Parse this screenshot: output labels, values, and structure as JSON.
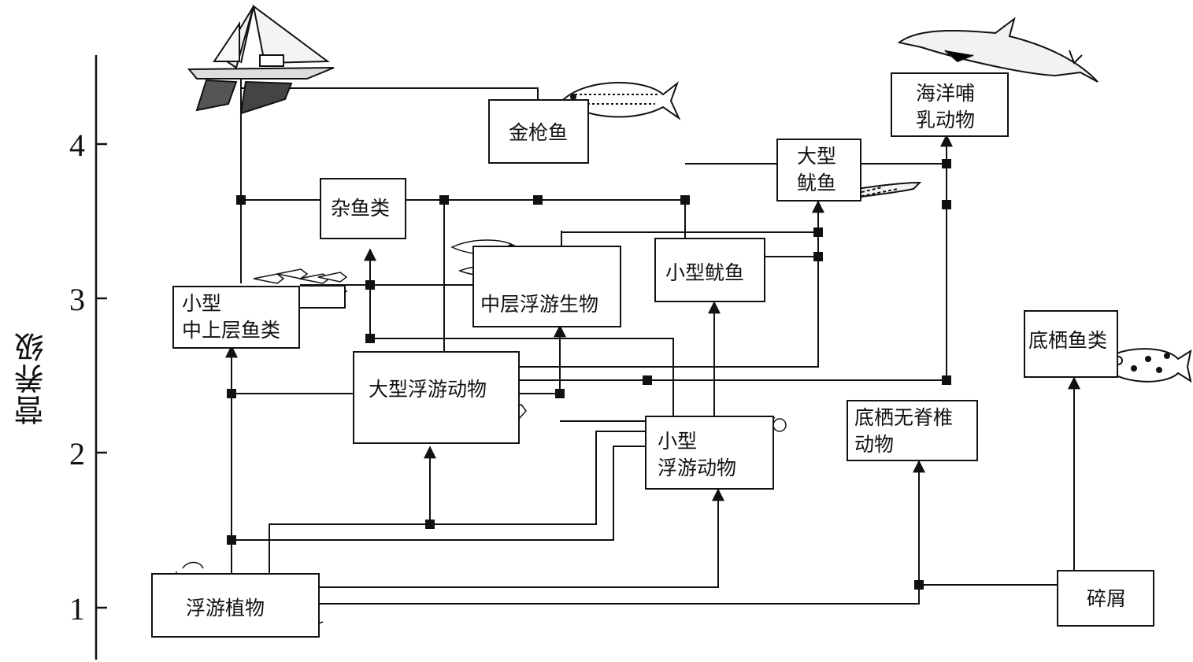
{
  "axis": {
    "title": "营养级",
    "ticks": [
      "1",
      "2",
      "3",
      "4"
    ]
  },
  "nodes": {
    "tuna": "金枪鱼",
    "marine_mammals": [
      "海洋哺",
      "乳动物"
    ],
    "misc_fish": "杂鱼类",
    "large_squid": [
      "大型",
      "鱿鱼"
    ],
    "mesopelagic": "中层浮游生物",
    "small_squid": "小型鱿鱼",
    "small_pelagic_fish": [
      "小型",
      "中上层鱼类"
    ],
    "demersal_fish": "底栖鱼类",
    "large_zooplankton": "大型浮游动物",
    "small_zooplankton": [
      "小型",
      "浮游动物"
    ],
    "benthic_invertebrates": [
      "底栖无脊椎",
      "动物"
    ],
    "phytoplankton": "浮游植物",
    "detritus": "碎屑"
  },
  "illustrations": [
    "fishing-boat-icon",
    "tuna-fish-icon",
    "dolphin-icon",
    "squid-icon",
    "lanternfish-icon",
    "school-of-fish-icon",
    "grouper-fish-icon",
    "crustacean-icon",
    "copepod-icon",
    "plankton-icon"
  ],
  "colors": {
    "line": "#111111",
    "background": "#ffffff"
  }
}
